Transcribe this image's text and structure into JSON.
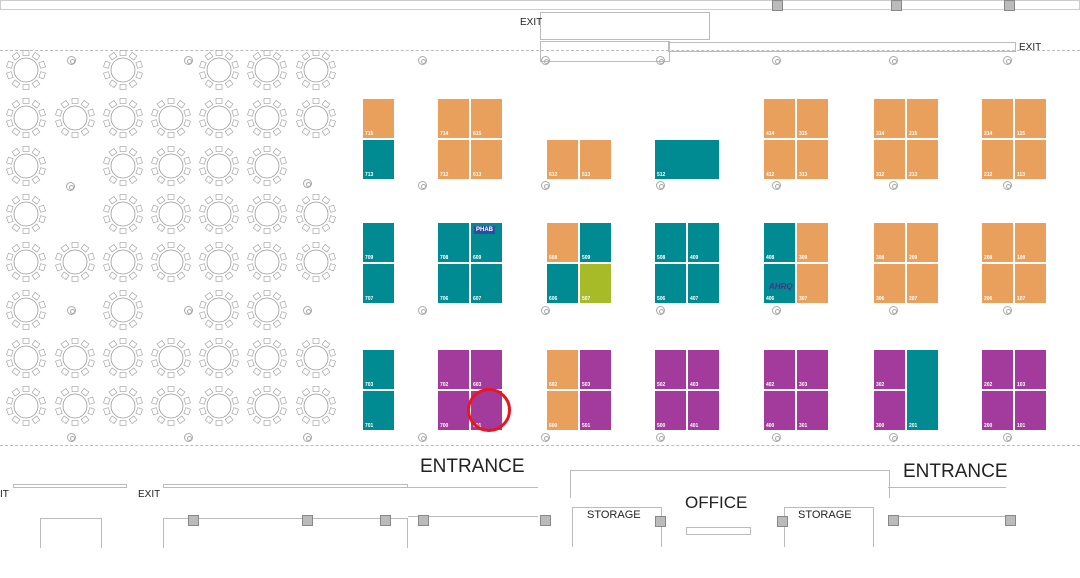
{
  "labels": {
    "exit_top": "EXIT",
    "exit_top_right": "EXIT",
    "exit_bottom_left_partial": "IT",
    "exit_bottom_left": "EXIT",
    "entrance_left": "ENTRANCE",
    "entrance_right": "ENTRANCE",
    "office": "OFFICE",
    "storage_left": "STORAGE",
    "storage_right": "STORAGE"
  },
  "colors": {
    "orange": "#e9a05c",
    "teal": "#008b93",
    "purple": "#a33b9d",
    "green": "#a7ba28",
    "highlight": "#e8161e"
  },
  "booths": [
    {
      "number": "715",
      "status": "orange"
    },
    {
      "number": "713",
      "status": "teal"
    },
    {
      "number": "714",
      "status": "orange"
    },
    {
      "number": "615",
      "status": "orange"
    },
    {
      "number": "712",
      "status": "orange"
    },
    {
      "number": "613",
      "status": "orange"
    },
    {
      "number": "612",
      "status": "orange"
    },
    {
      "number": "513",
      "status": "orange"
    },
    {
      "number": "512",
      "status": "teal"
    },
    {
      "number": "414",
      "status": "orange"
    },
    {
      "number": "315",
      "status": "orange"
    },
    {
      "number": "412",
      "status": "orange"
    },
    {
      "number": "313",
      "status": "orange"
    },
    {
      "number": "314",
      "status": "orange"
    },
    {
      "number": "215",
      "status": "orange"
    },
    {
      "number": "312",
      "status": "orange"
    },
    {
      "number": "213",
      "status": "orange"
    },
    {
      "number": "214",
      "status": "orange"
    },
    {
      "number": "115",
      "status": "orange"
    },
    {
      "number": "212",
      "status": "orange"
    },
    {
      "number": "113",
      "status": "orange"
    },
    {
      "number": "709",
      "status": "teal"
    },
    {
      "number": "707",
      "status": "teal"
    },
    {
      "number": "708",
      "status": "teal"
    },
    {
      "number": "609",
      "status": "teal",
      "logo": "PHAB"
    },
    {
      "number": "706",
      "status": "teal"
    },
    {
      "number": "607",
      "status": "teal"
    },
    {
      "number": "608",
      "status": "orange"
    },
    {
      "number": "509",
      "status": "teal"
    },
    {
      "number": "606",
      "status": "teal"
    },
    {
      "number": "507",
      "status": "green"
    },
    {
      "number": "508",
      "status": "teal"
    },
    {
      "number": "409",
      "status": "teal"
    },
    {
      "number": "506",
      "status": "teal"
    },
    {
      "number": "407",
      "status": "teal"
    },
    {
      "number": "408",
      "status": "teal"
    },
    {
      "number": "309",
      "status": "orange"
    },
    {
      "number": "406",
      "status": "teal",
      "logo": "AHRQ"
    },
    {
      "number": "307",
      "status": "orange"
    },
    {
      "number": "308",
      "status": "orange"
    },
    {
      "number": "209",
      "status": "orange"
    },
    {
      "number": "306",
      "status": "orange"
    },
    {
      "number": "207",
      "status": "orange"
    },
    {
      "number": "208",
      "status": "orange"
    },
    {
      "number": "109",
      "status": "orange"
    },
    {
      "number": "206",
      "status": "orange"
    },
    {
      "number": "107",
      "status": "orange"
    },
    {
      "number": "703",
      "status": "teal"
    },
    {
      "number": "701",
      "status": "teal"
    },
    {
      "number": "702",
      "status": "purple"
    },
    {
      "number": "603",
      "status": "purple"
    },
    {
      "number": "700",
      "status": "purple"
    },
    {
      "number": "601",
      "status": "purple",
      "highlighted": true
    },
    {
      "number": "602",
      "status": "orange"
    },
    {
      "number": "503",
      "status": "purple"
    },
    {
      "number": "600",
      "status": "orange"
    },
    {
      "number": "501",
      "status": "purple"
    },
    {
      "number": "502",
      "status": "purple"
    },
    {
      "number": "403",
      "status": "purple"
    },
    {
      "number": "500",
      "status": "purple"
    },
    {
      "number": "401",
      "status": "purple"
    },
    {
      "number": "402",
      "status": "purple"
    },
    {
      "number": "303",
      "status": "purple"
    },
    {
      "number": "400",
      "status": "purple"
    },
    {
      "number": "301",
      "status": "purple"
    },
    {
      "number": "302",
      "status": "purple"
    },
    {
      "number": "300",
      "status": "purple"
    },
    {
      "number": "201",
      "status": "teal"
    },
    {
      "number": "202",
      "status": "purple"
    },
    {
      "number": "103",
      "status": "purple"
    },
    {
      "number": "200",
      "status": "purple"
    },
    {
      "number": "101",
      "status": "purple"
    }
  ],
  "tables": {
    "rows": [
      [
        1,
        0,
        1,
        0,
        1,
        1,
        1
      ],
      [
        1,
        1,
        1,
        1,
        1,
        1,
        1
      ],
      [
        1,
        0,
        1,
        1,
        1,
        1,
        0
      ],
      [
        1,
        0,
        1,
        1,
        1,
        1,
        1
      ],
      [
        1,
        1,
        1,
        1,
        1,
        1,
        1
      ],
      [
        1,
        0,
        1,
        0,
        1,
        1,
        0
      ],
      [
        1,
        1,
        1,
        1,
        1,
        1,
        1
      ],
      [
        1,
        1,
        1,
        1,
        1,
        1,
        1
      ]
    ]
  }
}
